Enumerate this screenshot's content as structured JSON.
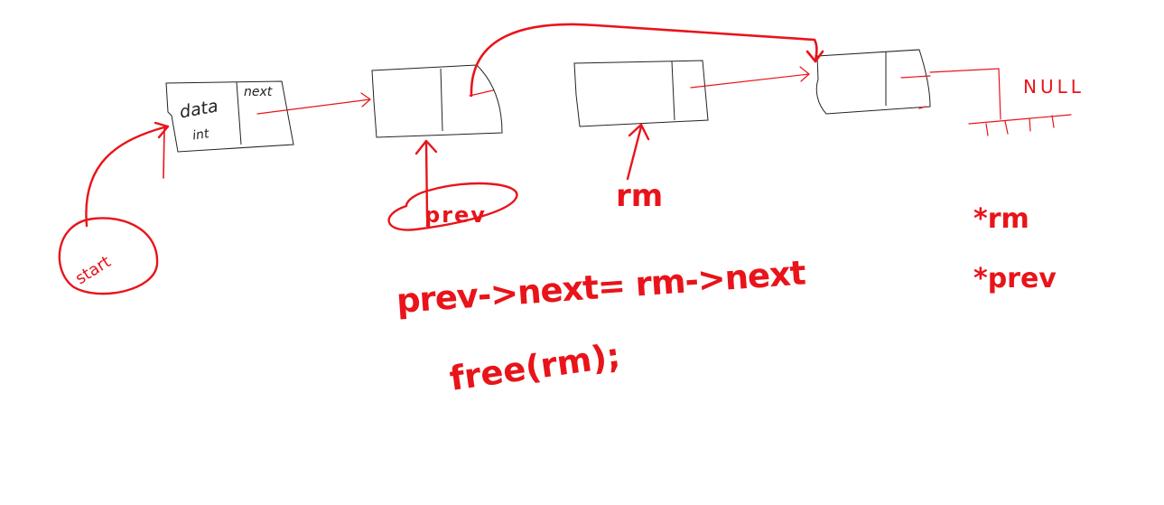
{
  "colors": {
    "ink_red": "#e8141a",
    "ink_black": "#222222",
    "background": "#ffffff"
  },
  "node1": {
    "data_label": "data",
    "data_sub_label": "int",
    "next_label": "next"
  },
  "pointers": {
    "start_label": "start",
    "prev_label": "prev",
    "rm_label": "rm"
  },
  "null_label": "NULL",
  "declarations": {
    "rm_pointer": "*rm",
    "prev_pointer": "*prev"
  },
  "code": {
    "line1": "prev->next= rm->next",
    "line2": "free(rm);"
  }
}
